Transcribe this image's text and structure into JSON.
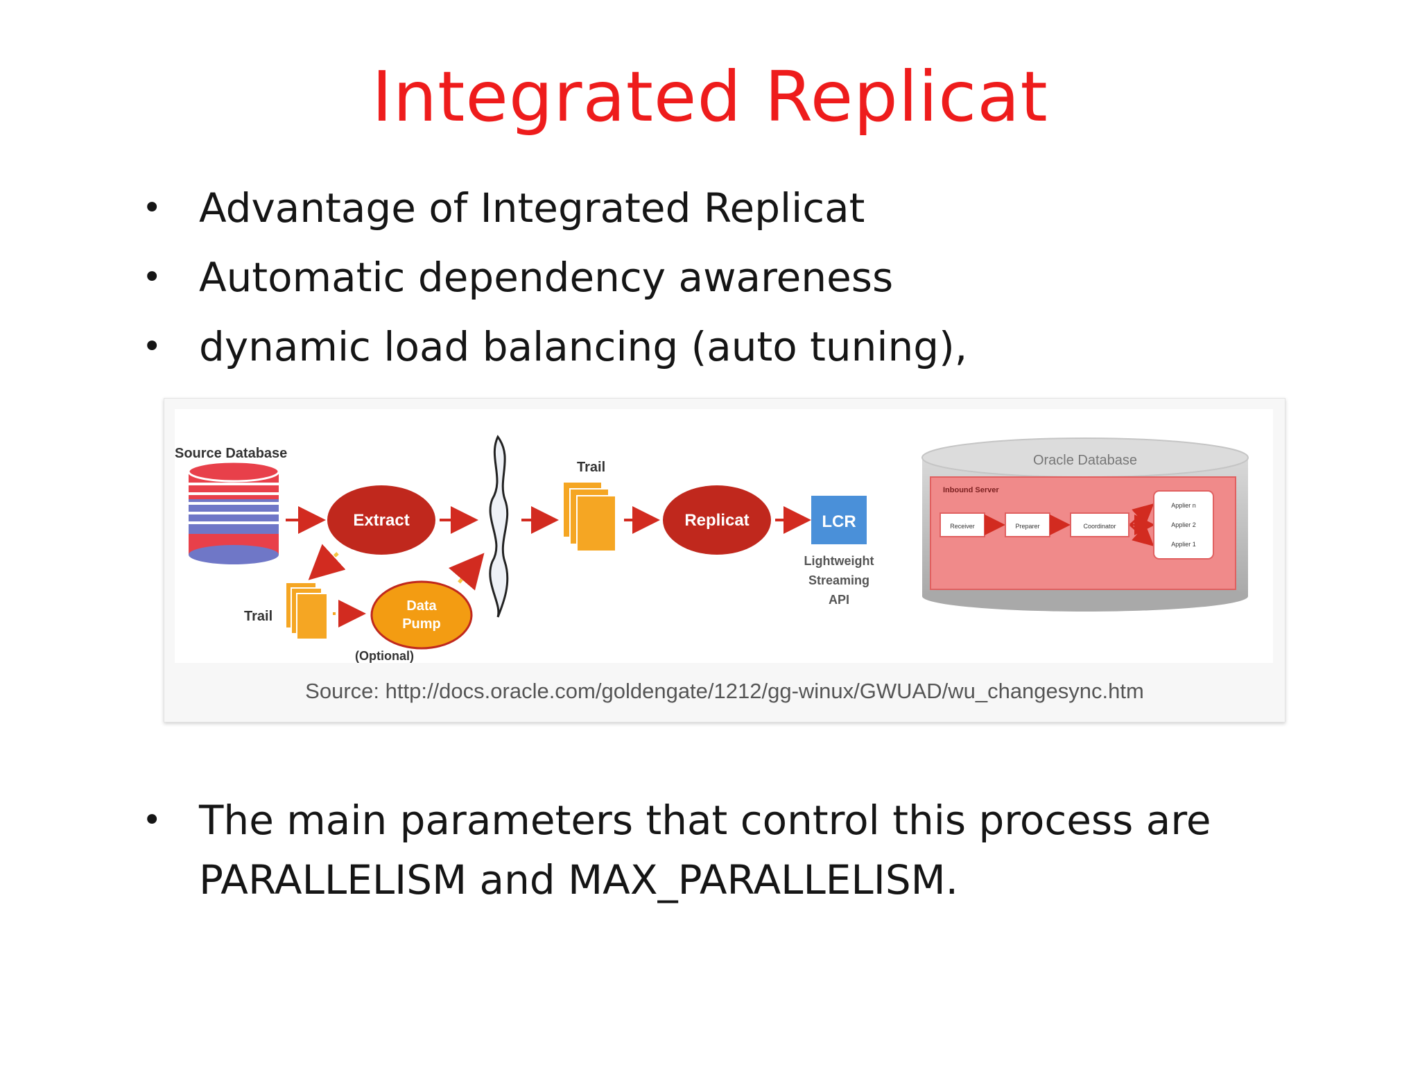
{
  "slide": {
    "title": "Integrated Replicat",
    "bullets": [
      "Advantage of Integrated Replicat",
      "Automatic dependency awareness",
      "dynamic load balancing (auto tuning),"
    ],
    "bullet_symbol": "•",
    "final_bullet_line1": "The main parameters that control this process are",
    "final_bullet_line2": "PARALLELISM and MAX_PARALLELISM."
  },
  "figure": {
    "source_db_label": "Source Database",
    "extract_label": "Extract",
    "trail_label_top": "Trail",
    "trail_label_bottom": "Trail",
    "replicat_label": "Replicat",
    "lcr_label": "LCR",
    "lcr_desc_line1": "Lightweight",
    "lcr_desc_line2": "Streaming",
    "lcr_desc_line3": "API",
    "data_pump_line1": "Data",
    "data_pump_line2": "Pump",
    "optional_label": "(Optional)",
    "oracle_db_label": "Oracle Database",
    "inbound_server_label": "Inbound Server",
    "receiver_label": "Receiver",
    "preparer_label": "Preparer",
    "coordinator_label": "Coordinator",
    "applier_labels": [
      "Applier n",
      "Applier 2",
      "Applier 1"
    ],
    "caption": "Source: http://docs.oracle.com/goldengate/1212/gg-winux/GWUAD/wu_changesync.htm"
  },
  "colors": {
    "title": "#ee1c1c",
    "process_red": "#c0281d",
    "pump_orange": "#f39c12",
    "trail_orange": "#f5a623",
    "lcr_blue": "#4a90d9",
    "db_stripe": "#e8404a",
    "db_band": "#6f77c7",
    "inbound_pink": "#f08a8a"
  }
}
